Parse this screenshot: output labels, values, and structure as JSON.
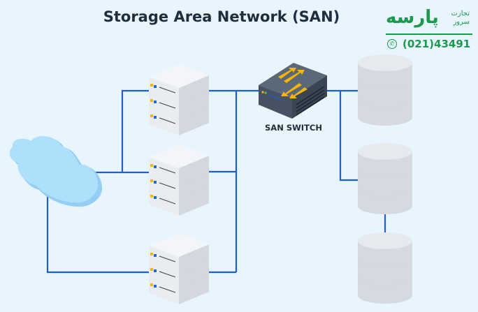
{
  "title": "Storage Area Network (SAN)",
  "switch_label": "SAN SWITCH",
  "logo": {
    "brand": "پارسه",
    "subtitle": "تجارت سرور",
    "phone": "(021)43491",
    "phone_icon": "phone-icon"
  },
  "colors": {
    "background": "#e8f5fd",
    "link_line": "#1a5fd6",
    "cloud": "#a9dcfb",
    "switch_arrows": "#f5b50a",
    "brand": "#1a9a4a"
  },
  "nodes": {
    "cloud": "cloud-icon",
    "servers": [
      "server-icon",
      "server-icon",
      "server-icon"
    ],
    "switch": "san-switch-icon",
    "storage": [
      "storage-disk-icon",
      "storage-disk-icon",
      "storage-disk-icon"
    ]
  }
}
